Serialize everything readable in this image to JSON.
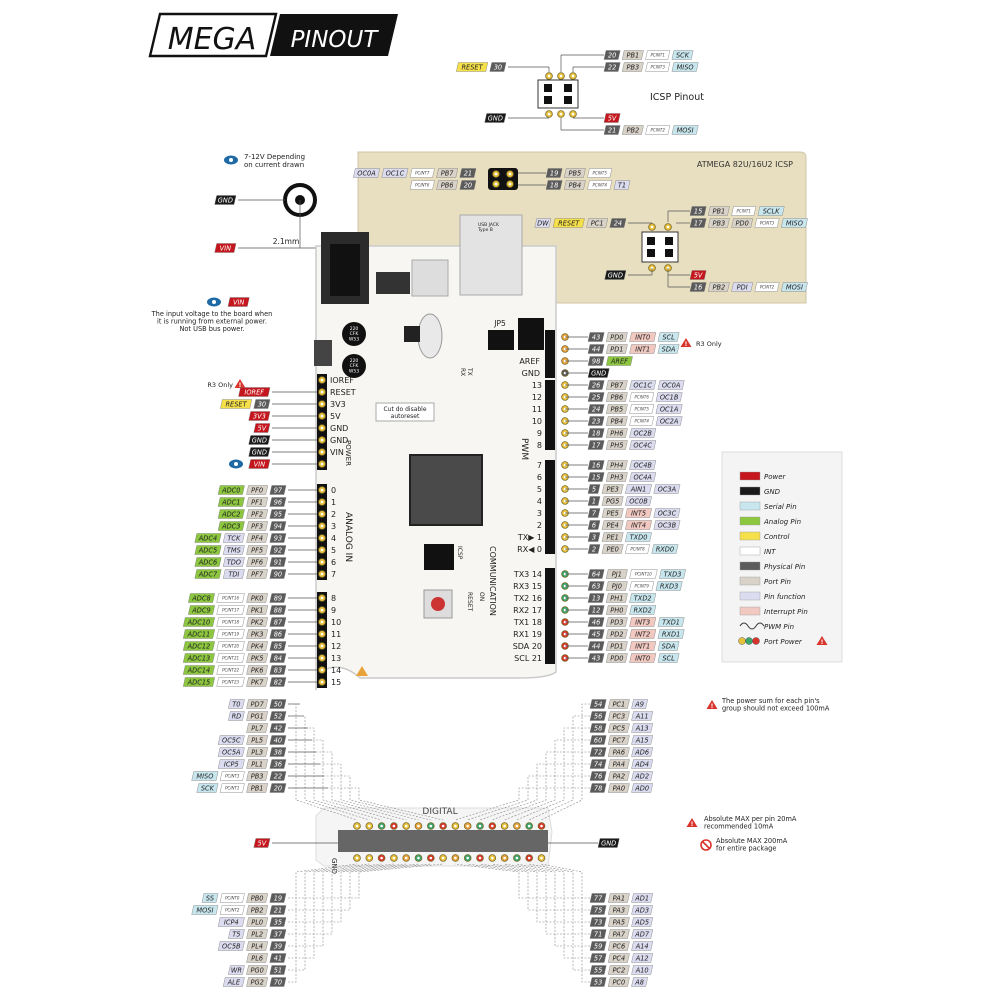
{
  "title": {
    "left": "MEGA",
    "right": "PINOUT"
  },
  "legend_colors": {
    "Power": "#c4161c",
    "GND": "#1a1a1a",
    "Serial Pin": "#c8e6ee",
    "Analog Pin": "#8dc63f",
    "Control": "#f5e04a",
    "INT": "#ffffff",
    "Physical Pin": "#5b5b5b",
    "Port Pin": "#d8d2c8",
    "Pin function": "#dcdcf0",
    "Interrupt Pin": "#f1c9c1"
  },
  "icsp": {
    "label": "ICSP Pinout",
    "reset": [
      "RESET",
      "30"
    ],
    "gnd": "GND",
    "rows": [
      [
        "20",
        "PB1",
        "PCINT1",
        "SCK"
      ],
      [
        "22",
        "PB3",
        "PCINT3",
        "MISO"
      ],
      [
        "5V"
      ],
      [
        "21",
        "PB2",
        "PCINT2",
        "MOSI"
      ]
    ]
  },
  "atmega": {
    "title": "ATMEGA 82U/16U2 ICSP",
    "left_pins": [
      [
        "OC0A",
        "OC1C",
        "PCINT7",
        "PB7",
        "21"
      ],
      [
        "PCINT6",
        "PB6",
        "20"
      ]
    ],
    "right_pins": [
      [
        "19",
        "PB5",
        "PCINT5"
      ],
      [
        "18",
        "PB4",
        "PCINT4",
        "T1"
      ]
    ],
    "icsp_left": [
      "DW",
      "RESET",
      "PC1",
      "24"
    ],
    "icsp_right": [
      [
        "15",
        "PB1",
        "PCINT1",
        "SCLK"
      ],
      [
        "17",
        "PB3",
        "PD0",
        "PCINT3",
        "MISO"
      ],
      [
        "5V"
      ],
      [
        "16",
        "PB2",
        "PDI",
        "PCINT2",
        "MOSI"
      ]
    ],
    "gnd": "GND"
  },
  "power_jack": {
    "note": "7-12V Depending\non current drawn",
    "gnd": "GND",
    "vin": "VIN",
    "size": "2.1mm"
  },
  "vin_note": {
    "label": "VIN",
    "text": "The input voltage to the board when\nit is running from external power.\nNot USB bus power."
  },
  "board": {
    "usb": "USB JACK\nType B",
    "jp5": "JP5",
    "cap1": "220\nCFK\nW53",
    "cap2": "220\nCFK\nW53",
    "cut_note": "Cut do disable\nautoreset",
    "icsp": "ICSP",
    "reset": "RESET",
    "on": "ON",
    "power": "POWER",
    "analog_in": "ANALOG IN",
    "pwm": "PWM",
    "communication": "COMMUNICATION",
    "digital": "DIGITAL",
    "gnd": "GND",
    "tx": "TX",
    "rx": "RX"
  },
  "power_header": {
    "r3_only": "R3 Only",
    "pins": [
      [
        "",
        "",
        "IOREF"
      ],
      [
        "IOREF",
        "",
        "RESET"
      ],
      [
        "RESET",
        "30",
        "3V3"
      ],
      [
        "3V3",
        "",
        "5V"
      ],
      [
        "5V",
        "",
        "GND"
      ],
      [
        "GND",
        "",
        "GND"
      ],
      [
        "GND",
        "",
        "VIN"
      ],
      [
        "VIN",
        "",
        ""
      ]
    ]
  },
  "analog_pins": [
    [
      "ADC0",
      "PF0",
      "97",
      "0"
    ],
    [
      "ADC1",
      "PF1",
      "96",
      "1"
    ],
    [
      "ADC2",
      "PF2",
      "95",
      "2"
    ],
    [
      "ADC3",
      "PF3",
      "94",
      "3"
    ],
    [
      "ADC4",
      "TCK",
      "PF4",
      "93",
      "4"
    ],
    [
      "ADC5",
      "TMS",
      "PF5",
      "92",
      "5"
    ],
    [
      "ADC6",
      "TDO",
      "PF6",
      "91",
      "6"
    ],
    [
      "ADC7",
      "TDI",
      "PF7",
      "90",
      "7"
    ],
    [
      "ADC8",
      "PCINT16",
      "PK0",
      "89",
      "8"
    ],
    [
      "ADC9",
      "PCINT17",
      "PK1",
      "88",
      "9"
    ],
    [
      "ADC10",
      "PCINT18",
      "PK2",
      "87",
      "10"
    ],
    [
      "ADC11",
      "PCINT19",
      "PK3",
      "86",
      "11"
    ],
    [
      "ADC12",
      "PCINT20",
      "PK4",
      "85",
      "12"
    ],
    [
      "ADC13",
      "PCINT21",
      "PK5",
      "84",
      "13"
    ],
    [
      "ADC14",
      "PCINT22",
      "PK6",
      "83",
      "14"
    ],
    [
      "ADC15",
      "PCINT23",
      "PK7",
      "82",
      "15"
    ]
  ],
  "right_top": {
    "r3_only": "R3 Only",
    "pins": [
      [
        "43",
        "PD0",
        "INT0",
        "SCL"
      ],
      [
        "44",
        "PD1",
        "INT1",
        "SDA"
      ],
      [
        "98",
        "AREF"
      ],
      [
        "GND"
      ]
    ],
    "labels": [
      "AREF",
      "GND"
    ]
  },
  "pwm_pins": [
    [
      "13",
      "26",
      "PB7",
      "OC1C",
      "OC0A"
    ],
    [
      "12",
      "25",
      "PB6",
      "PCINT6",
      "OC1B"
    ],
    [
      "11",
      "24",
      "PB5",
      "PCINT5",
      "OC1A"
    ],
    [
      "10",
      "23",
      "PB4",
      "PCINT4",
      "OC2A"
    ],
    [
      "9",
      "18",
      "PH6",
      "OC2B"
    ],
    [
      "8",
      "17",
      "PH5",
      "OC4C"
    ],
    [
      "7",
      "16",
      "PH4",
      "OC4B"
    ],
    [
      "6",
      "15",
      "PH3",
      "OC4A"
    ],
    [
      "5",
      "5",
      "PE3",
      "AIN1",
      "OC3A"
    ],
    [
      "4",
      "1",
      "PG5",
      "OC0B"
    ],
    [
      "3",
      "7",
      "PE5",
      "INT5",
      "OC3C"
    ],
    [
      "2",
      "6",
      "PE4",
      "INT4",
      "OC3B"
    ],
    [
      "TX▶ 1",
      "3",
      "PE1",
      "TXD0"
    ],
    [
      "RX◀ 0",
      "2",
      "PE0",
      "PCINT8",
      "RXD0"
    ]
  ],
  "comm_pins": [
    [
      "TX3 14",
      "64",
      "PJ1",
      "PCINT10",
      "TXD3"
    ],
    [
      "RX3 15",
      "63",
      "PJ0",
      "PCINT9",
      "RXD3"
    ],
    [
      "TX2 16",
      "13",
      "PH1",
      "TXD2"
    ],
    [
      "RX2 17",
      "12",
      "PH0",
      "RXD2"
    ],
    [
      "TX1 18",
      "46",
      "PD3",
      "INT3",
      "TXD1"
    ],
    [
      "RX1 19",
      "45",
      "PD2",
      "INT2",
      "RXD1"
    ],
    [
      "SDA 20",
      "44",
      "PD1",
      "INT1",
      "SDA"
    ],
    [
      "SCL 21",
      "43",
      "PD0",
      "INT0",
      "SCL"
    ]
  ],
  "legend": {
    "items": [
      "Power",
      "GND",
      "Serial Pin",
      "Analog Pin",
      "Control",
      "INT",
      "Physical Pin",
      "Port Pin",
      "Pin function",
      "Interrupt Pin",
      "PWM Pin",
      "Port Power"
    ]
  },
  "notes": {
    "power_sum": "The power sum for each pin's\ngroup should not exceed 100mA",
    "abs_pin": "Absolute MAX per pin 20mA\nrecommended 10mA",
    "abs_pkg": "Absolute MAX 200mA\nfor entire package"
  },
  "digital_left_top": [
    [
      "T0",
      "PD7",
      "50"
    ],
    [
      "RD",
      "PG1",
      "52"
    ],
    [
      "PL7",
      "42"
    ],
    [
      "OC5C",
      "PL5",
      "40"
    ],
    [
      "OC5A",
      "PL3",
      "38"
    ],
    [
      "ICP5",
      "PL1",
      "36"
    ],
    [
      "MISO",
      "PCINT3",
      "PB3",
      "22"
    ],
    [
      "SCK",
      "PCINT1",
      "PB1",
      "20"
    ]
  ],
  "digital_right_top": [
    [
      "54",
      "PC1",
      "A9"
    ],
    [
      "56",
      "PC3",
      "A11"
    ],
    [
      "58",
      "PC5",
      "A13"
    ],
    [
      "60",
      "PC7",
      "A15"
    ],
    [
      "72",
      "PA6",
      "AD6"
    ],
    [
      "74",
      "PA4",
      "AD4"
    ],
    [
      "76",
      "PA2",
      "AD2"
    ],
    [
      "78",
      "PA0",
      "AD0"
    ]
  ],
  "digital_left_bottom": [
    [
      "SS",
      "PCINT0",
      "PB0",
      "19"
    ],
    [
      "MOSI",
      "PCINT2",
      "PB2",
      "21"
    ],
    [
      "ICP4",
      "PL0",
      "35"
    ],
    [
      "T5",
      "PL2",
      "37"
    ],
    [
      "OC5B",
      "PL4",
      "39"
    ],
    [
      "PL6",
      "41"
    ],
    [
      "WR",
      "PG0",
      "51"
    ],
    [
      "ALE",
      "PG2",
      "70"
    ]
  ],
  "digital_right_bottom": [
    [
      "77",
      "PA1",
      "AD1"
    ],
    [
      "75",
      "PA3",
      "AD3"
    ],
    [
      "73",
      "PA5",
      "AD5"
    ],
    [
      "71",
      "PA7",
      "AD7"
    ],
    [
      "59",
      "PC6",
      "A14"
    ],
    [
      "57",
      "PC4",
      "A12"
    ],
    [
      "55",
      "PC2",
      "A10"
    ],
    [
      "53",
      "PC0",
      "A8"
    ]
  ],
  "header_labels": {
    "5v": "5V",
    "gnd": "GND"
  }
}
